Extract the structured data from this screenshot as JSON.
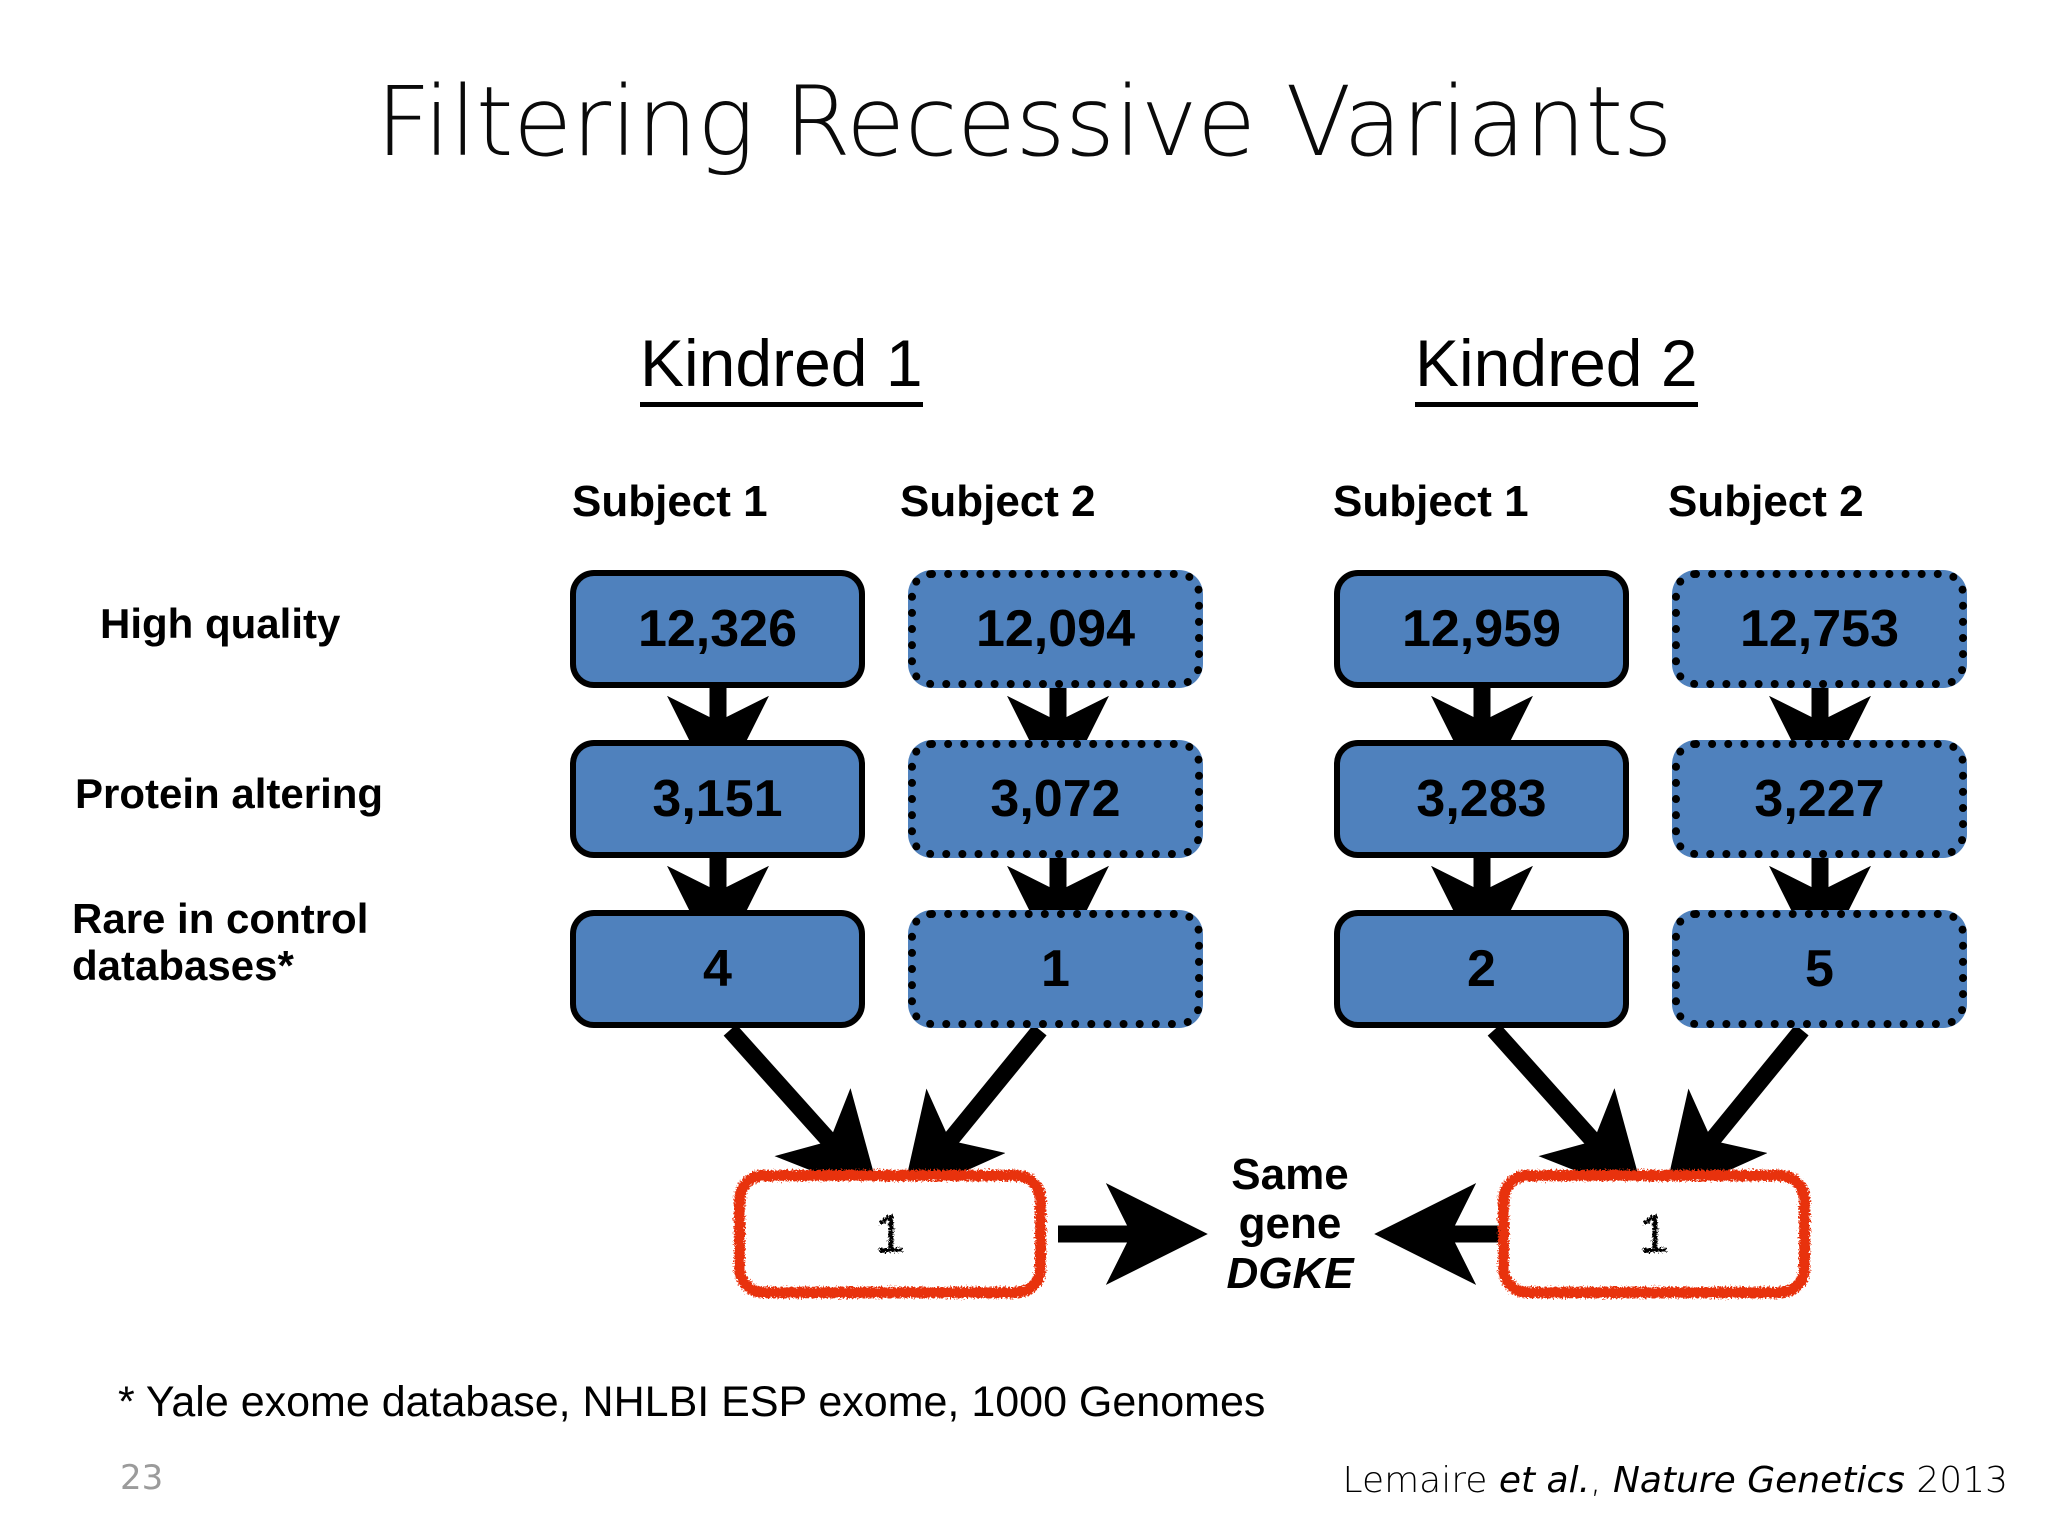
{
  "slide": {
    "title": "Filtering Recessive Variants",
    "page_number": "23"
  },
  "colors": {
    "node_fill": "#4F81BD",
    "node_border": "#000000",
    "result_border": "#E8300C",
    "page_number": "#9B9B9B"
  },
  "row_labels": {
    "high_quality": "High quality",
    "protein_altering": "Protein altering",
    "rare_in_control": "Rare in control databases*"
  },
  "kindreds": [
    {
      "id": "kindred-1",
      "label": "Kindred 1",
      "subjects": [
        {
          "id": "k1-subject-1",
          "label": "Subject 1",
          "border_style": "solid",
          "values": [
            "12,326",
            "3,151",
            "4"
          ]
        },
        {
          "id": "k1-subject-2",
          "label": "Subject 2",
          "border_style": "dotted",
          "values": [
            "12,094",
            "3,072",
            "1"
          ]
        }
      ],
      "result": "1"
    },
    {
      "id": "kindred-2",
      "label": "Kindred 2",
      "subjects": [
        {
          "id": "k2-subject-1",
          "label": "Subject 1",
          "border_style": "solid",
          "values": [
            "12,959",
            "3,283",
            "2"
          ]
        },
        {
          "id": "k2-subject-2",
          "label": "Subject 2",
          "border_style": "dotted",
          "values": [
            "12,753",
            "3,227",
            "5"
          ]
        }
      ],
      "result": "1"
    }
  ],
  "same_gene": {
    "line1": "Same",
    "line2": "gene",
    "gene": "DGKE"
  },
  "footnote": "* Yale exome database, NHLBI ESP exome, 1000 Genomes",
  "citation": {
    "author": "Lemaire ",
    "etal": "et al.",
    "comma": ", ",
    "journal": "Nature Genetics",
    "year": " 2013"
  },
  "chart_data": {
    "type": "diagram",
    "title": "Filtering Recessive Variants",
    "stages": [
      "High quality",
      "Protein altering",
      "Rare in control databases*"
    ],
    "columns": [
      {
        "kindred": "Kindred 1",
        "subject": "Subject 1",
        "values": [
          12326,
          3151,
          4
        ]
      },
      {
        "kindred": "Kindred 1",
        "subject": "Subject 2",
        "values": [
          12094,
          3072,
          1
        ]
      },
      {
        "kindred": "Kindred 2",
        "subject": "Subject 1",
        "values": [
          12959,
          3283,
          2
        ]
      },
      {
        "kindred": "Kindred 2",
        "subject": "Subject 2",
        "values": [
          12753,
          3227,
          5
        ]
      }
    ],
    "results": [
      {
        "kindred": "Kindred 1",
        "shared_variants": 1
      },
      {
        "kindred": "Kindred 2",
        "shared_variants": 1
      }
    ],
    "annotation": "Same gene DGKE"
  }
}
